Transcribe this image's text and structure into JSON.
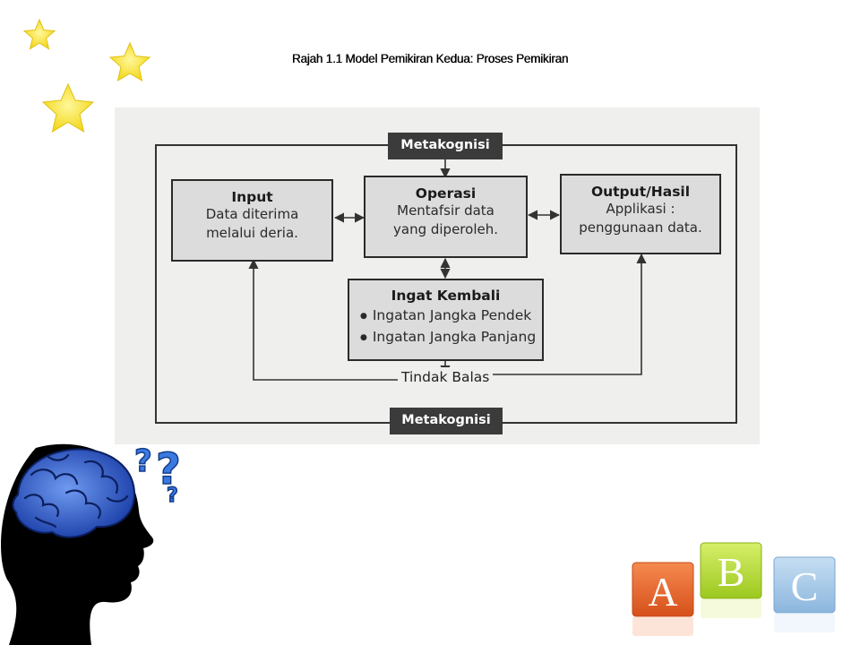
{
  "slide": {
    "title": "Rajah 1.1 Model Pemikiran Kedua: Proses  Pemikiran"
  },
  "diagram": {
    "metacognition_top": "Metakognisi",
    "metacognition_bottom": "Metakognisi",
    "input": {
      "heading": "Input",
      "lines": [
        "Data diterima",
        "melalui deria."
      ]
    },
    "operation": {
      "heading": "Operasi",
      "lines": [
        "Mentafsir data",
        "yang diperoleh."
      ]
    },
    "output": {
      "heading": "Output/Hasil",
      "lines": [
        "Applikasi :",
        "penggunaan data."
      ]
    },
    "recall": {
      "heading": "Ingat Kembali",
      "items": [
        "Ingatan Jangka Pendek",
        "Ingatan Jangka Panjang"
      ]
    },
    "feedback": "Tindak Balas"
  },
  "decorations": {
    "blocks": [
      "A",
      "B",
      "C"
    ],
    "icons": [
      "star-icon",
      "star-icon",
      "star-icon",
      "head-brain-icon",
      "question-marks-icon"
    ],
    "colors": {
      "star": "#f5e030",
      "block_a": "#e8652a",
      "block_b": "#b9dc3a",
      "block_c": "#a8cbe8",
      "brain": "#2a57c9"
    }
  }
}
